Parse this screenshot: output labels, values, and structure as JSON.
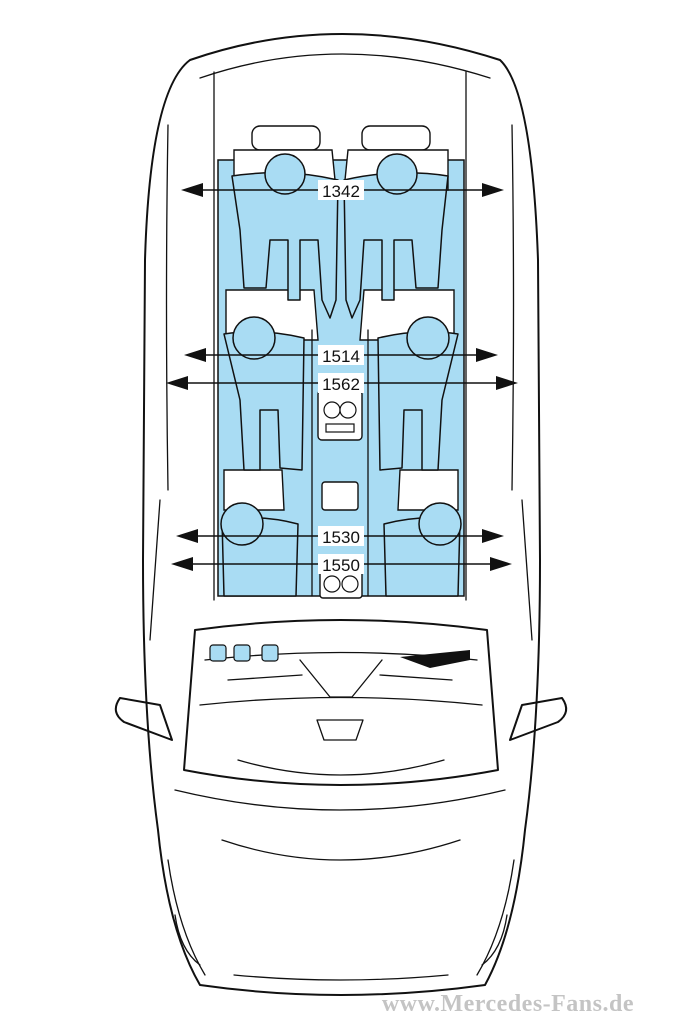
{
  "dimensions": {
    "front_shoulder": "1342",
    "middle_shoulder": "1514",
    "middle_elbow": "1562",
    "rear_shoulder": "1530",
    "rear_elbow": "1550"
  },
  "watermark": "www.Mercedes-Fans.de",
  "colors": {
    "occupant_fill": "#a9dcf3",
    "outline": "#111111",
    "watermark": "#c4c4c4"
  }
}
